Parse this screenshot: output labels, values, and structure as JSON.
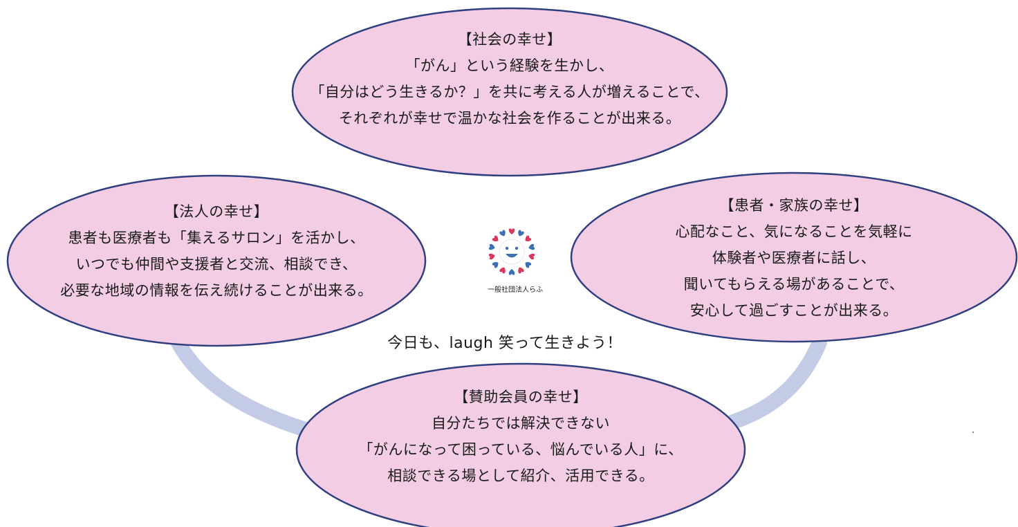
{
  "society": {
    "title": "【社会の幸せ】",
    "lines": [
      "「がん」という経験を生かし、",
      "「自分はどう生きるか？」を共に考える人が増えることで、",
      "それぞれが幸せで温かな社会を作ることが出来る。"
    ]
  },
  "corporation": {
    "title": "【法人の幸せ】",
    "lines": [
      "患者も医療者も「集えるサロン」を活かし、",
      "いつでも仲間や支援者と交流、相談でき、",
      "必要な地域の情報を伝え続けることが出来る。"
    ]
  },
  "patients": {
    "title": "【患者・家族の幸せ】",
    "lines": [
      "心配なこと、気になることを気軽に",
      "体験者や医療者に話し、",
      "聞いてもらえる場があることで、",
      "安心して過ごすことが出来る。"
    ]
  },
  "supporters": {
    "title": "【賛助会員の幸せ】",
    "lines": [
      "自分たちでは解決できない",
      "「がんになって困っている、悩んでいる人」に、",
      "相談できる場として紹介、活用できる。"
    ]
  },
  "center": {
    "slogan": "今日も、laugh 笑って生きよう！",
    "logo_caption": "一般社団法人らふ",
    "logo_icon": "smiling-face-heart-wreath-icon"
  },
  "colors": {
    "bubble_fill": "#f2cde3",
    "bubble_stroke": "#2f3f80",
    "arc": "#c3cbe6",
    "heart_red": "#d9385e",
    "heart_blue": "#3d6fb6"
  }
}
